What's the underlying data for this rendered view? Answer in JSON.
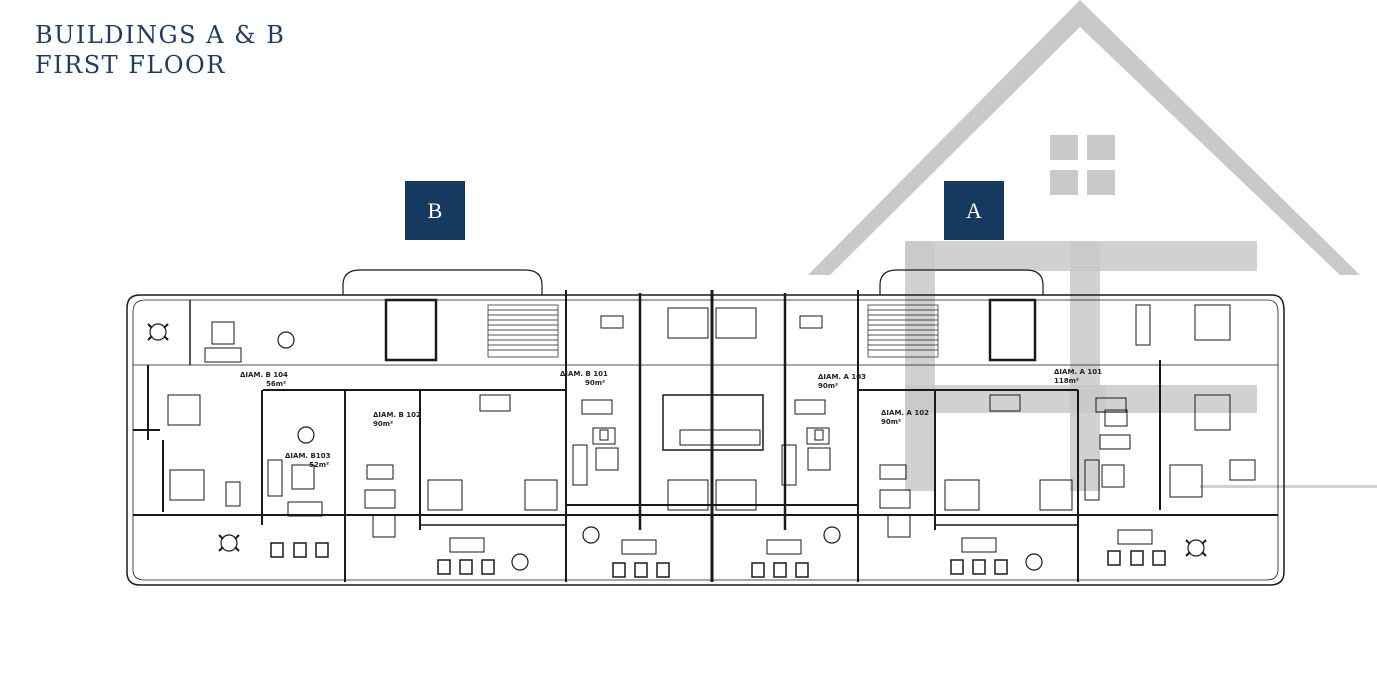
{
  "title": {
    "line1": "BUILDINGS A & B",
    "line2": "FIRST FLOOR"
  },
  "badges": {
    "b": "B",
    "a": "A"
  },
  "units": [
    {
      "name": "ΔIAM. B 104",
      "area": "56m²"
    },
    {
      "name": "ΔIAM. B 102",
      "area": "90m²"
    },
    {
      "name": "ΔIAM. B103",
      "area": "52m²"
    },
    {
      "name": "ΔIAM. B 101",
      "area": "90m²"
    },
    {
      "name": "ΔIAM. A 103",
      "area": "90m²"
    },
    {
      "name": "ΔIAM. A 102",
      "area": "90m²"
    },
    {
      "name": "ΔIAM. A 101",
      "area": "118m²"
    }
  ],
  "colors": {
    "navy": "#163a5f",
    "title": "#1f3d63",
    "watermark": "#c8c8c8",
    "line": "#1a1a1a"
  },
  "watermark_icon": "house-logo-icon"
}
